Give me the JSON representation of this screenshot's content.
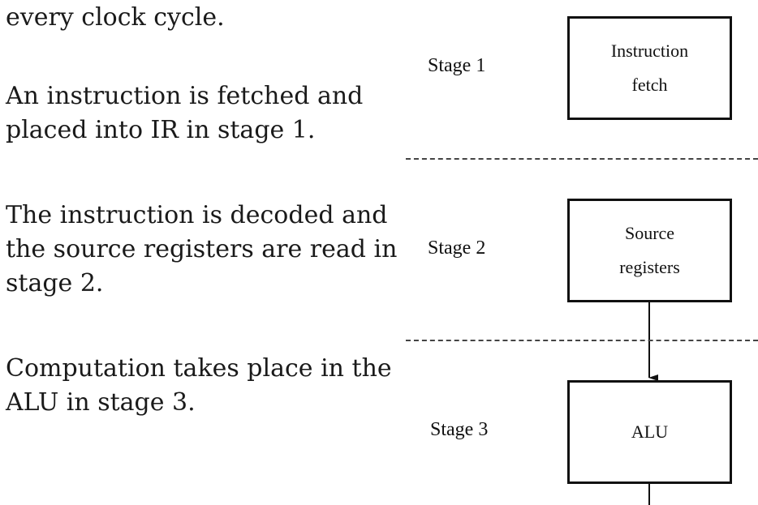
{
  "text_column": {
    "paragraphs": [
      "every clock cycle.",
      "An instruction is fetched and\nplaced into IR in stage 1.",
      "The instruction is decoded and\nthe source registers are read in\nstage 2.",
      "Computation takes place in the\nALU in stage 3."
    ]
  },
  "diagram": {
    "stages": [
      {
        "label": "Stage 1",
        "box": "Instruction\nfetch"
      },
      {
        "label": "Stage 2",
        "box": "Source\nregisters"
      },
      {
        "label": "Stage 3",
        "box": "ALU"
      }
    ]
  }
}
